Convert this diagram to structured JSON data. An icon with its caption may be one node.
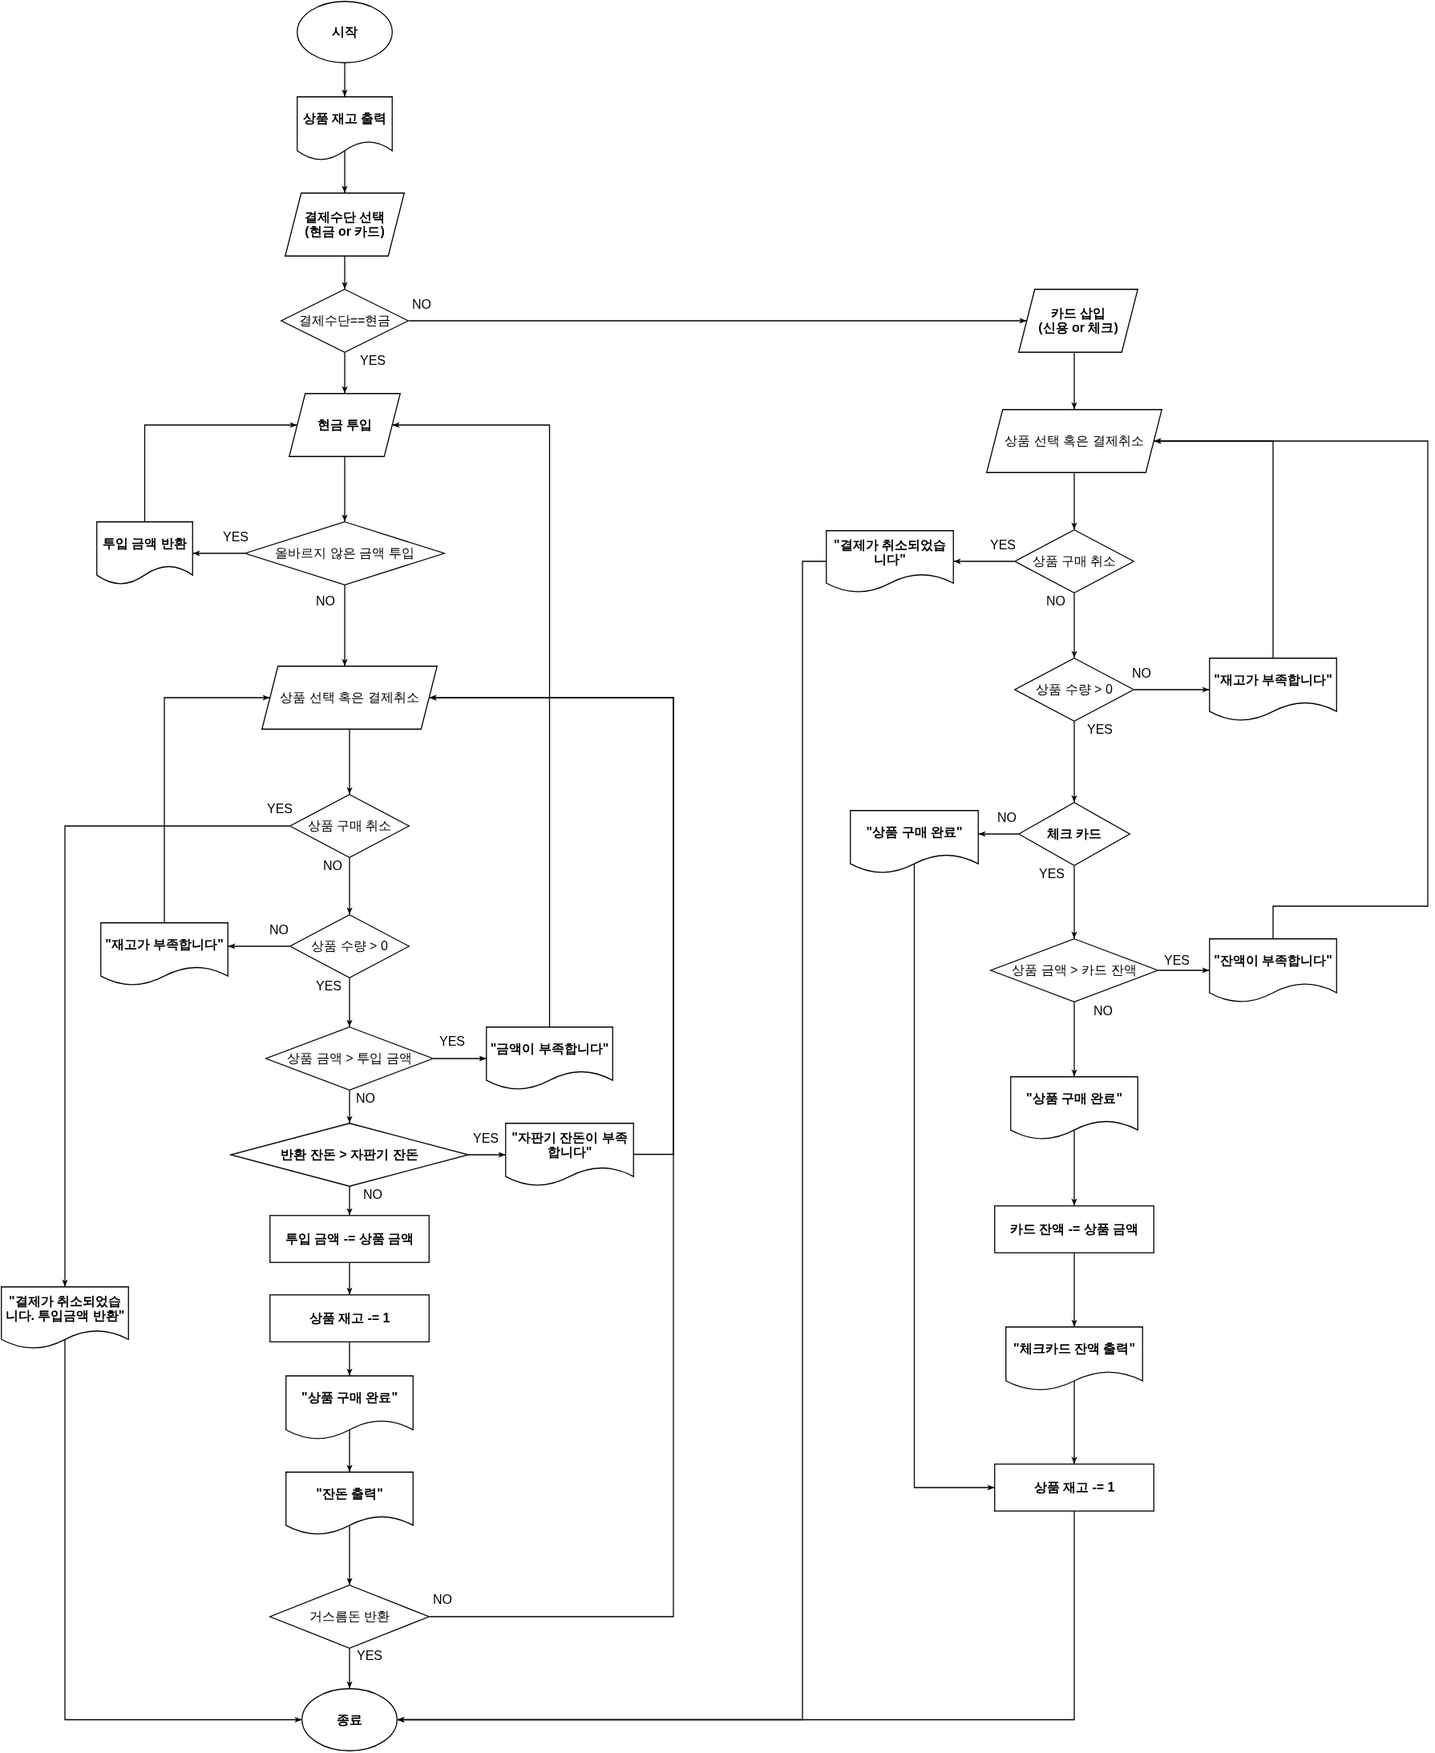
{
  "diagram": {
    "nodes": [
      {
        "text": [
          "시작"
        ]
      },
      {
        "text": [
          "상품 재고 출력"
        ]
      },
      {
        "text": [
          "결제수단 선택 (현금 or 카드)"
        ]
      },
      {
        "text": [
          "결제수단==현금"
        ]
      },
      {
        "text": [
          "카드 삽입 (신용 or 체크)"
        ]
      },
      {
        "text": [
          "현금 투입"
        ]
      },
      {
        "text": [
          "투입 금액 반환"
        ]
      },
      {
        "text": [
          "올바르지 않은 금액 투입"
        ]
      },
      {
        "text": [
          "상품 선택 혹은 결제취소"
        ]
      },
      {
        "text": [
          "상품 구매 취소"
        ]
      },
      {
        "text": [
          "\"재고가 부족합니다\""
        ]
      },
      {
        "text": [
          "상품 수량 > 0"
        ]
      },
      {
        "text": [
          "상품 금액 > 투입 금액"
        ]
      },
      {
        "text": [
          "\"금액이 부족합니다\""
        ]
      },
      {
        "text": [
          "반환 잔돈 > 자판기 잔돈"
        ]
      },
      {
        "text": [
          "\"자판기 잔돈이 부족합니다\""
        ]
      },
      {
        "text": [
          "투입 금액 -= 상품 금액"
        ]
      },
      {
        "text": [
          "상품 재고 -= 1"
        ]
      },
      {
        "text": [
          "\"결제가 취소되었습니다. 투입금액 반환\""
        ]
      },
      {
        "text": [
          "\"상품 구매 완료\""
        ]
      },
      {
        "text": [
          "\"잔돈 출력\""
        ]
      },
      {
        "text": [
          "거스름돈 반환"
        ]
      },
      {
        "text": [
          "종료"
        ]
      },
      {
        "text": [
          "상품 선택 혹은 결제취소"
        ]
      },
      {
        "text": [
          "\"결제가 취소되었습니다\""
        ]
      },
      {
        "text": [
          "상품 구매 취소"
        ]
      },
      {
        "text": [
          "상품 수량 > 0"
        ]
      },
      {
        "text": [
          "\"재고가 부족합니다\""
        ]
      },
      {
        "text": [
          "\"상품 구매 완료\""
        ]
      },
      {
        "text": [
          "체크 카드"
        ]
      },
      {
        "text": [
          "상품 금액 > 카드 잔액"
        ]
      },
      {
        "text": [
          "\"잔액이 부족합니다\""
        ]
      },
      {
        "text": [
          "\"상품 구매 완료\""
        ]
      },
      {
        "text": [
          "카드 잔액 -= 상품 금액"
        ]
      },
      {
        "text": [
          "\"체크카드 잔액 출력\""
        ]
      },
      {
        "text": [
          "상품 재고 -= 1"
        ]
      }
    ],
    "edges": [
      {
        "from": 0,
        "to": 1,
        "arrow": "to"
      },
      {
        "from": 1,
        "to": 2,
        "arrow": "to"
      },
      {
        "from": 2,
        "to": 3,
        "arrow": "to"
      },
      {
        "from": 3,
        "to": 4,
        "arrow": "to",
        "label": "NO"
      },
      {
        "from": 3,
        "to": 5,
        "arrow": "to",
        "label": "YES"
      },
      {
        "from": 5,
        "to": 7,
        "arrow": "to"
      },
      {
        "from": 7,
        "to": 6,
        "arrow": "to",
        "label": "YES"
      },
      {
        "from": 6,
        "to": 5,
        "arrow": "to"
      },
      {
        "from": 7,
        "to": 8,
        "arrow": "to",
        "label": "NO"
      },
      {
        "from": 8,
        "to": 9,
        "arrow": "to"
      },
      {
        "from": 9,
        "to": 18,
        "arrow": "to",
        "label": "YES"
      },
      {
        "from": 9,
        "to": 11,
        "arrow": "to",
        "label": "NO"
      },
      {
        "from": 11,
        "to": 10,
        "arrow": "to",
        "label": "NO"
      },
      {
        "from": 10,
        "to": 8,
        "arrow": "to"
      },
      {
        "from": 11,
        "to": 12,
        "arrow": "to",
        "label": "YES"
      },
      {
        "from": 12,
        "to": 13,
        "arrow": "to",
        "label": "YES"
      },
      {
        "from": 13,
        "to": 5,
        "arrow": "to"
      },
      {
        "from": 12,
        "to": 14,
        "arrow": "to",
        "label": "NO"
      },
      {
        "from": 14,
        "to": 15,
        "arrow": "to",
        "label": "YES"
      },
      {
        "from": 15,
        "to": 8,
        "arrow": "to"
      },
      {
        "from": 14,
        "to": 16,
        "arrow": "to",
        "label": "NO"
      },
      {
        "from": 16,
        "to": 17,
        "arrow": "to"
      },
      {
        "from": 17,
        "to": 19,
        "arrow": "to"
      },
      {
        "from": 19,
        "to": 20,
        "arrow": "to"
      },
      {
        "from": 20,
        "to": 21,
        "arrow": "to"
      },
      {
        "from": 21,
        "to": 8,
        "arrow": "to",
        "label": "NO"
      },
      {
        "from": 21,
        "to": 22,
        "arrow": "to",
        "label": "YES"
      },
      {
        "from": 18,
        "to": 22,
        "arrow": "to"
      },
      {
        "from": 4,
        "to": 23,
        "arrow": "to"
      },
      {
        "from": 23,
        "to": 25,
        "arrow": "to"
      },
      {
        "from": 25,
        "to": 24,
        "arrow": "to",
        "label": "YES"
      },
      {
        "from": 25,
        "to": 26,
        "arrow": "to",
        "label": "NO"
      },
      {
        "from": 26,
        "to": 27,
        "arrow": "to",
        "label": "NO"
      },
      {
        "from": 27,
        "to": 23,
        "arrow": "to"
      },
      {
        "from": 26,
        "to": 29,
        "arrow": "to",
        "label": "YES"
      },
      {
        "from": 29,
        "to": 28,
        "arrow": "to",
        "label": "NO"
      },
      {
        "from": 29,
        "to": 30,
        "arrow": "to",
        "label": "YES"
      },
      {
        "from": 30,
        "to": 31,
        "arrow": "to",
        "label": "YES"
      },
      {
        "from": 31,
        "to": 23,
        "arrow": "to"
      },
      {
        "from": 30,
        "to": 32,
        "arrow": "to",
        "label": "NO"
      },
      {
        "from": 32,
        "to": 33,
        "arrow": "to"
      },
      {
        "from": 33,
        "to": 34,
        "arrow": "to"
      },
      {
        "from": 34,
        "to": 35,
        "arrow": "to"
      },
      {
        "from": 28,
        "to": 35,
        "arrow": "to"
      },
      {
        "from": 35,
        "to": 22,
        "arrow": "to"
      },
      {
        "from": 24,
        "to": 22,
        "arrow": "to"
      }
    ]
  }
}
